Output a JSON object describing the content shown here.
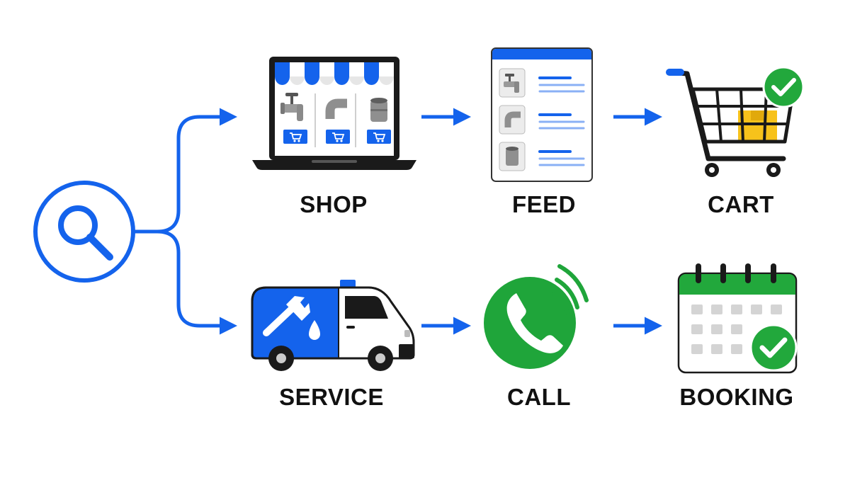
{
  "colors": {
    "accent_blue": "#1463ec",
    "call_green": "#1fa53a",
    "check_green": "#22a83c",
    "box_yellow": "#f7c21b",
    "ink": "#111111",
    "steel": "#9a9a9a"
  },
  "search": {
    "icon": "magnifier-icon"
  },
  "flows": [
    {
      "name": "shopping",
      "steps": [
        {
          "label": "SHOP",
          "icon": "laptop-storefront-icon"
        },
        {
          "label": "FEED",
          "icon": "product-feed-icon"
        },
        {
          "label": "CART",
          "icon": "shopping-cart-check-icon"
        }
      ]
    },
    {
      "name": "service",
      "steps": [
        {
          "label": "SERVICE",
          "icon": "plumber-van-icon"
        },
        {
          "label": "CALL",
          "icon": "phone-call-icon"
        },
        {
          "label": "BOOKING",
          "icon": "calendar-check-icon"
        }
      ]
    }
  ]
}
